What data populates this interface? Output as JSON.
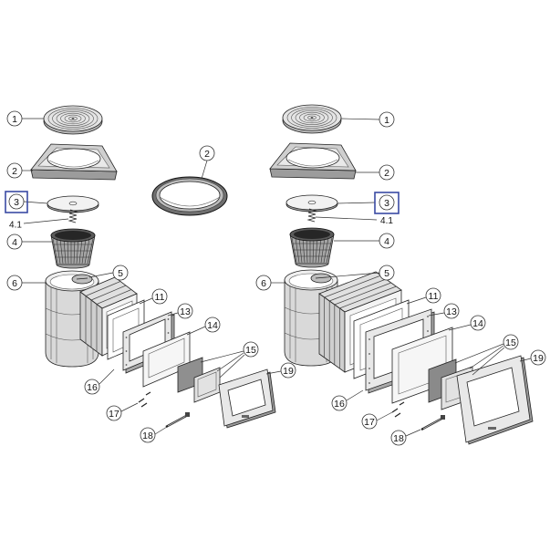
{
  "callouts": {
    "left": [
      "1",
      "2",
      "3",
      "4.1",
      "4",
      "6",
      "5",
      "11",
      "13",
      "14",
      "15",
      "16",
      "17",
      "18",
      "19"
    ],
    "center": [
      "2"
    ],
    "right": [
      "1",
      "2",
      "3",
      "4.1",
      "4",
      "6",
      "5",
      "11",
      "13",
      "14",
      "15",
      "16",
      "17",
      "18",
      "19"
    ]
  },
  "highlight_color": "#3a4aa3"
}
